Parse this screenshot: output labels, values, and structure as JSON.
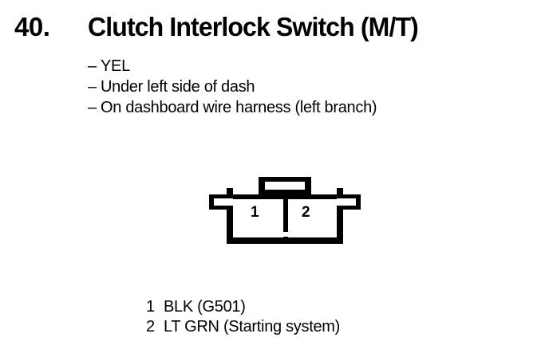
{
  "header": {
    "number": "40.",
    "title": "Clutch Interlock Switch (M/T)"
  },
  "notes": {
    "dash": "–",
    "items": [
      {
        "text": "YEL"
      },
      {
        "text": "Under left side of dash"
      },
      {
        "text": "On dashboard wire harness (left branch)"
      }
    ]
  },
  "connector": {
    "type": "2-cavity-connector",
    "pins": [
      {
        "number": "1"
      },
      {
        "number": "2"
      }
    ]
  },
  "legend": {
    "rows": [
      {
        "number": "1",
        "label": "BLK (G501)"
      },
      {
        "number": "2",
        "label": "LT GRN (Starting system)"
      }
    ]
  },
  "colors": {
    "ink": "#000000",
    "background": "#ffffff"
  }
}
